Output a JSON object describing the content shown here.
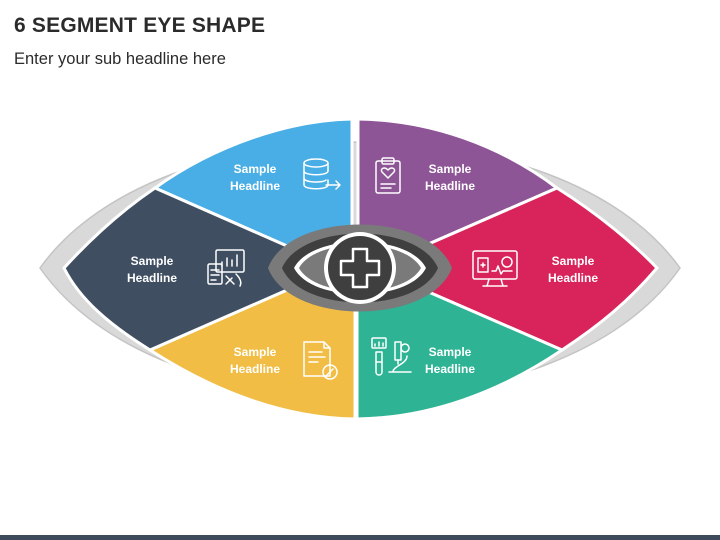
{
  "header": {
    "title": "6 SEGMENT EYE SHAPE",
    "subtitle": "Enter your sub headline here"
  },
  "colors": {
    "outline": "#d9d9d9",
    "outline_edge": "#c4c4c4",
    "center_outer": "#7a7a7a",
    "center_inner": "#3f3f3f",
    "bottom_bar": "#3d4a5c"
  },
  "segments": [
    {
      "id": "top-left",
      "line1": "Sample",
      "line2": "Headline",
      "color": "#49aee5",
      "icon": "database-export-icon"
    },
    {
      "id": "top-right",
      "line1": "Sample",
      "line2": "Headline",
      "color": "#8e5596",
      "icon": "clipboard-heart-icon"
    },
    {
      "id": "right",
      "line1": "Sample",
      "line2": "Headline",
      "color": "#d8245b",
      "icon": "monitor-medical-icon"
    },
    {
      "id": "bottom-right",
      "line1": "Sample",
      "line2": "Headline",
      "color": "#2eb495",
      "icon": "microscope-lab-icon"
    },
    {
      "id": "bottom-left",
      "line1": "Sample",
      "line2": "Headline",
      "color": "#f1bd44",
      "icon": "document-edit-icon"
    },
    {
      "id": "left",
      "line1": "Sample",
      "line2": "Headline",
      "color": "#3f4e61",
      "icon": "analytics-report-icon"
    }
  ],
  "center": {
    "icon": "eye-medical-cross-icon"
  }
}
